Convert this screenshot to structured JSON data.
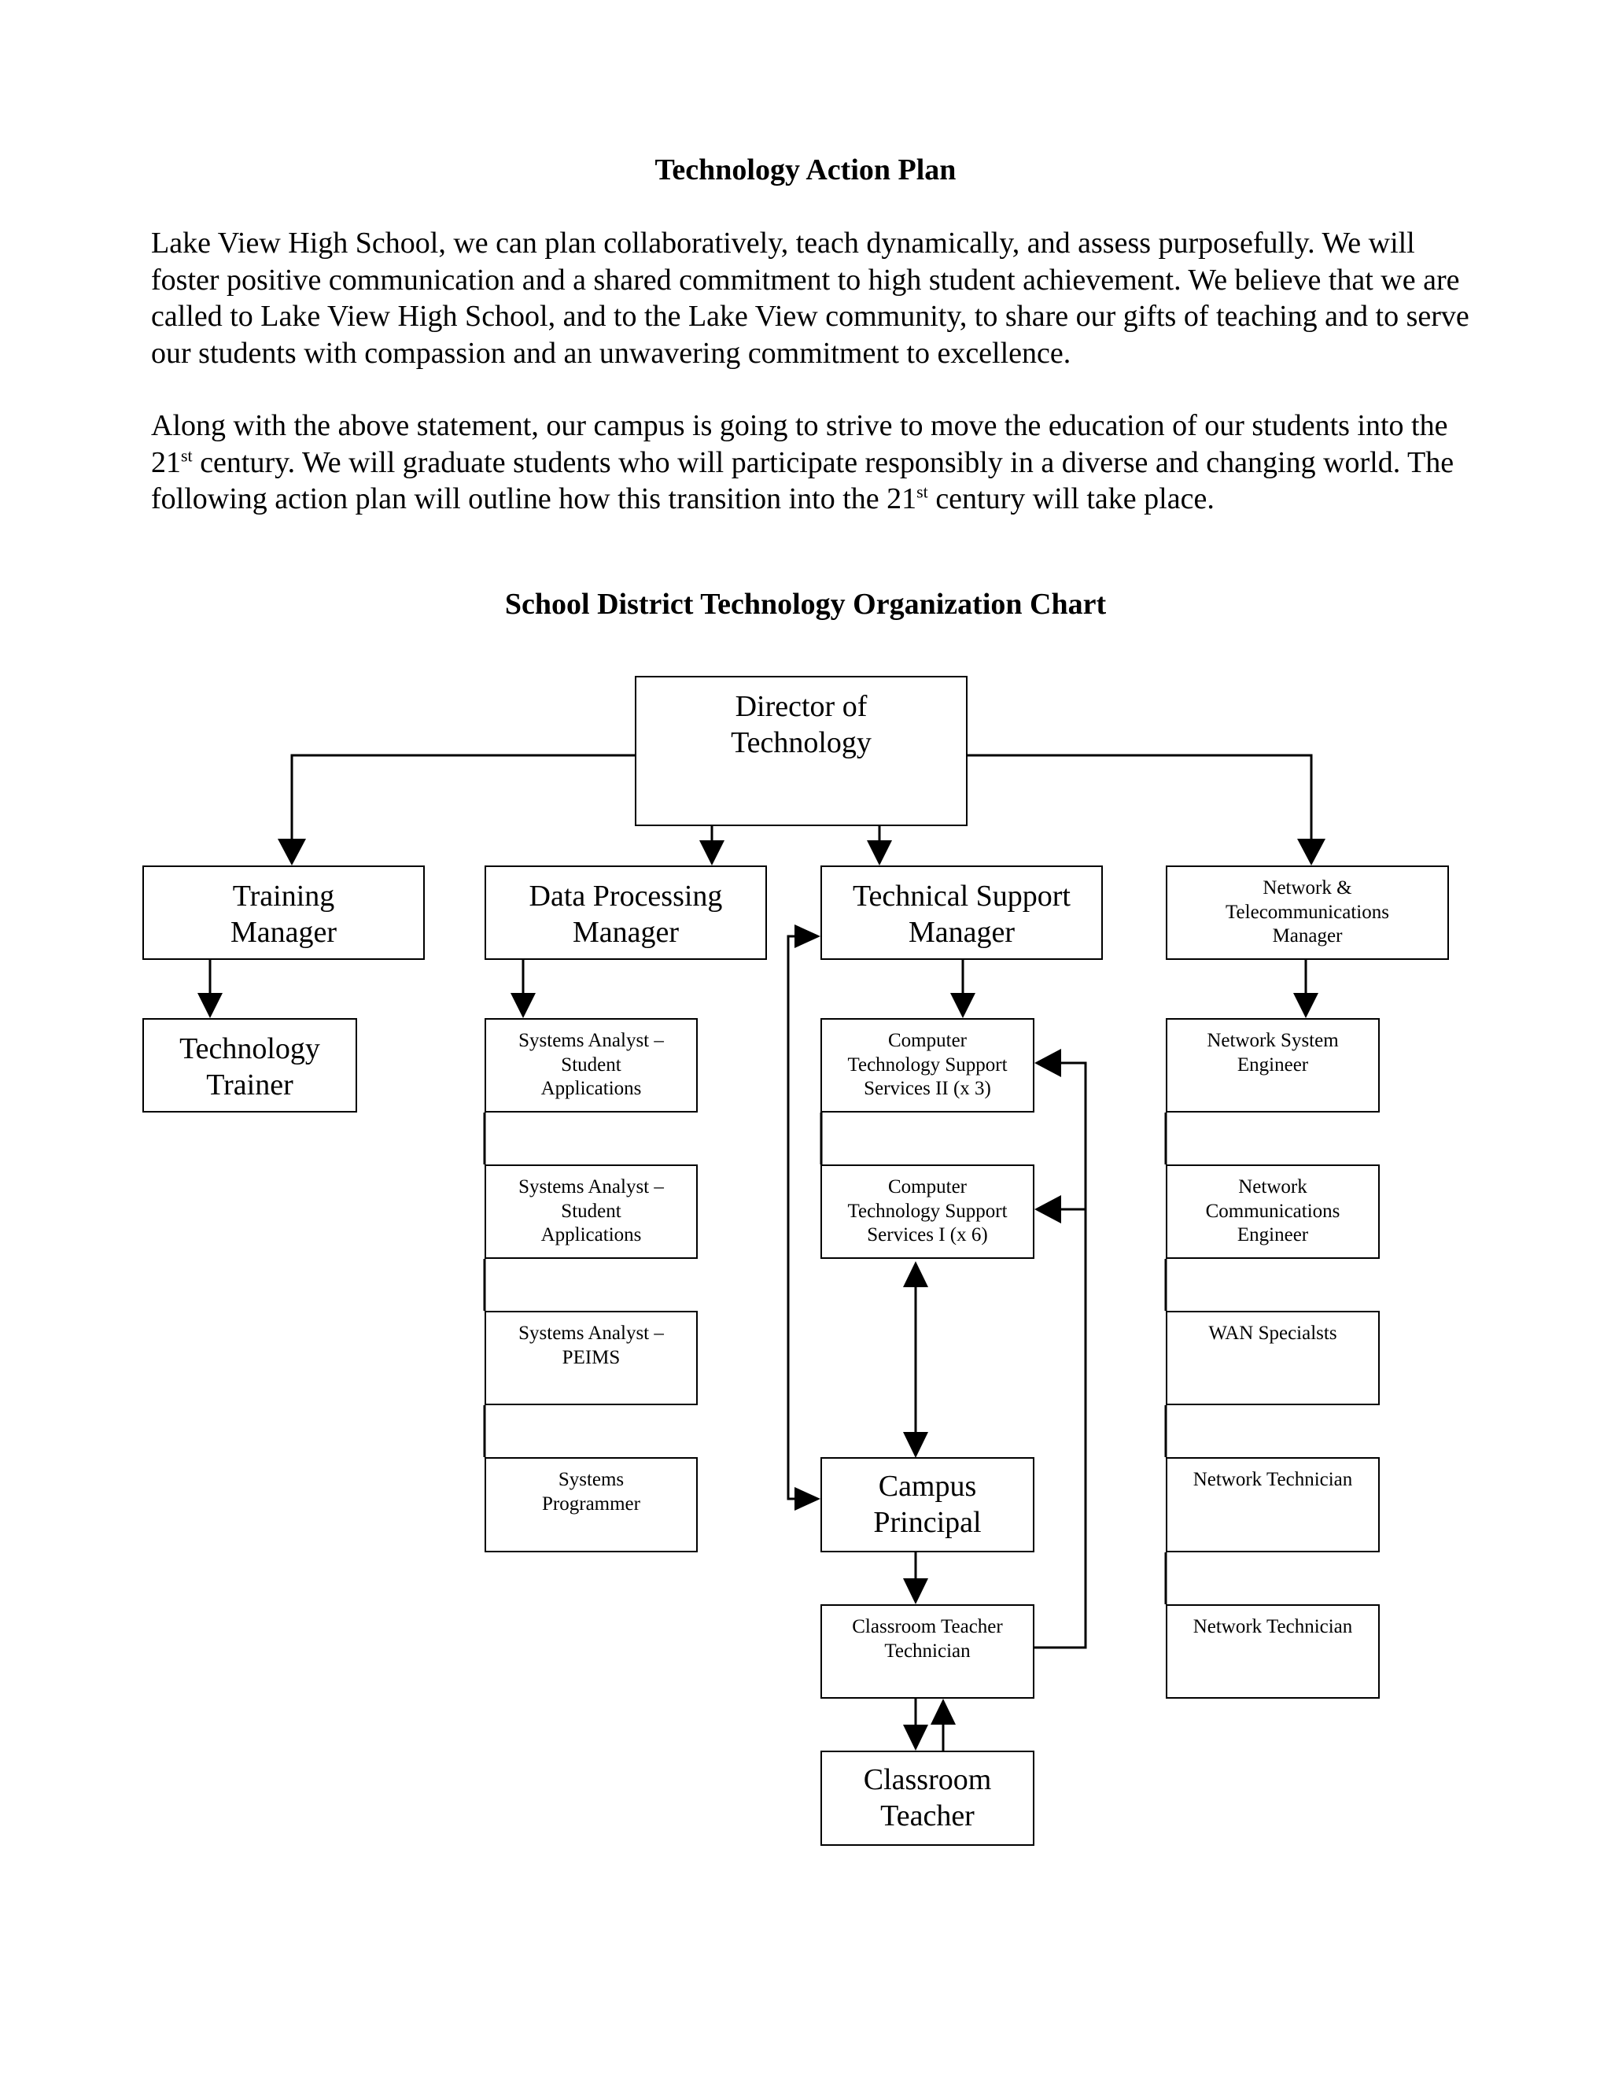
{
  "document": {
    "title": "Technology Action Plan",
    "paragraph1": "Lake View High School, we can plan collaboratively, teach dynamically, and assess purposefully. We will foster positive communication and a shared commitment to high student achievement. We believe that we are called to Lake View High School, and to the Lake View community, to share our gifts of teaching and to serve our students with compassion and an unwavering commitment to excellence.",
    "paragraph2": {
      "part1": "Along with the above statement, our campus is going to strive to move the education of our students into the 21",
      "sup1": "st",
      "part2": " century.  We will graduate students who will participate responsibly in a diverse and changing world.  The following action plan will outline how this transition into the 21",
      "sup2": "st",
      "part3": " century will take place."
    }
  },
  "org_chart": {
    "title": "School District Technology Organization Chart",
    "director": "Director of\nTechnology",
    "training_manager": "Training\nManager",
    "technology_trainer": "Technology\nTrainer",
    "data_processing_manager": "Data Processing\nManager",
    "systems_analyst_1": "Systems Analyst –\nStudent\nApplications",
    "systems_analyst_2": "Systems Analyst –\nStudent\nApplications",
    "systems_analyst_peims": "Systems Analyst –\nPEIMS",
    "systems_programmer": "Systems\nProgrammer",
    "technical_support_manager": "Technical Support\nManager",
    "cts_services_2": "Computer\nTechnology Support\nServices II (x 3)",
    "cts_services_1": "Computer\nTechnology Support\nServices I (x 6)",
    "campus_principal": "Campus\nPrincipal",
    "classroom_teacher_technician": "Classroom Teacher\nTechnician",
    "classroom_teacher": "Classroom\nTeacher",
    "network_manager": "Network &\nTelecommunications\nManager",
    "network_system_engineer": "Network System\nEngineer",
    "network_communications_engineer": "Network\nCommunications\nEngineer",
    "wan_specialists": "WAN Specialsts",
    "network_technician_1": "Network Technician",
    "network_technician_2": "Network Technician"
  }
}
